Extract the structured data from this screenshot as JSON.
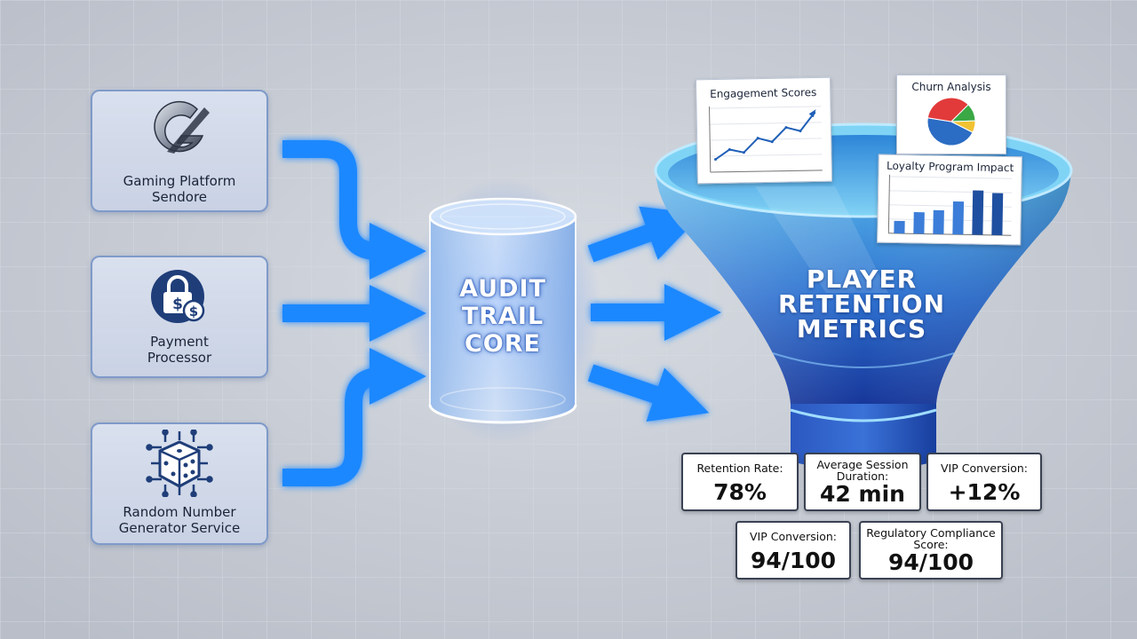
{
  "sources": [
    {
      "label_lines": [
        "Gaming Platform",
        "Sendore"
      ],
      "icon": "g-logo-icon"
    },
    {
      "label_lines": [
        "Payment",
        "Processor"
      ],
      "icon": "lock-dollar-icon"
    },
    {
      "label_lines": [
        "Random Number",
        "Generator Service"
      ],
      "icon": "dice-chip-icon"
    }
  ],
  "core": {
    "label_lines": [
      "AUDIT",
      "TRAIL",
      "CORE"
    ]
  },
  "funnel": {
    "label_lines": [
      "PLAYER",
      "RETENTION",
      "METRICS"
    ]
  },
  "mini_charts": {
    "engagement": {
      "title": "Engagement Scores"
    },
    "churn": {
      "title": "Churn Analysis"
    },
    "loyalty": {
      "title": "Loyalty Program Impact"
    }
  },
  "metrics": [
    {
      "label_lines": [
        "Retention Rate:"
      ],
      "value": "78%"
    },
    {
      "label_lines": [
        "Average Session",
        "Duration:"
      ],
      "value": "42 min"
    },
    {
      "label_lines": [
        "VIP Conversion:"
      ],
      "value": "+12%"
    },
    {
      "label_lines": [
        "VIP Conversion:"
      ],
      "value": "94/100"
    },
    {
      "label_lines": [
        "Regulatory Compliance",
        "Score:"
      ],
      "value": "94/100"
    }
  ],
  "chart_data": [
    {
      "type": "line",
      "title": "Engagement Scores",
      "series": [
        {
          "values": [
            20,
            35,
            30,
            52,
            46,
            68,
            62,
            90
          ]
        }
      ],
      "ylim": [
        0,
        100
      ]
    },
    {
      "type": "pie",
      "title": "Churn Analysis",
      "values": [
        45,
        35,
        12,
        8
      ]
    },
    {
      "type": "bar",
      "title": "Loyalty Program Impact",
      "values": [
        22,
        38,
        42,
        58,
        78,
        74
      ],
      "ylim": [
        0,
        100
      ]
    }
  ],
  "colors": {
    "background": "#c6cbd4",
    "arrow": "#1e88ff",
    "funnel_top": "#5cc0ef",
    "funnel_bottom": "#1a3f9e",
    "box_border": "#7f9ac9",
    "pie_blue": "#2b6cc4",
    "pie_red": "#e23a3a",
    "pie_green": "#3aa845",
    "pie_yellow": "#f1c232"
  }
}
